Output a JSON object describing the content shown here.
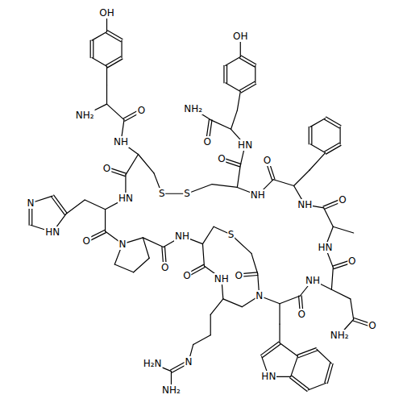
{
  "diagram": {
    "labels": [
      "OH",
      "OH",
      "NH₂",
      "NH₂",
      "O",
      "O",
      "HN",
      "NH",
      "O",
      "O",
      "O",
      "S",
      "S",
      "NH",
      "HN",
      "N",
      "NH",
      "O",
      "HN",
      "S",
      "NH",
      "O",
      "N",
      "HN",
      "O",
      "O",
      "O",
      "O",
      "NH",
      "NH",
      "N",
      "O",
      "O",
      "NH₂",
      "H₂N",
      "N",
      "HN",
      "NH₂"
    ]
  }
}
